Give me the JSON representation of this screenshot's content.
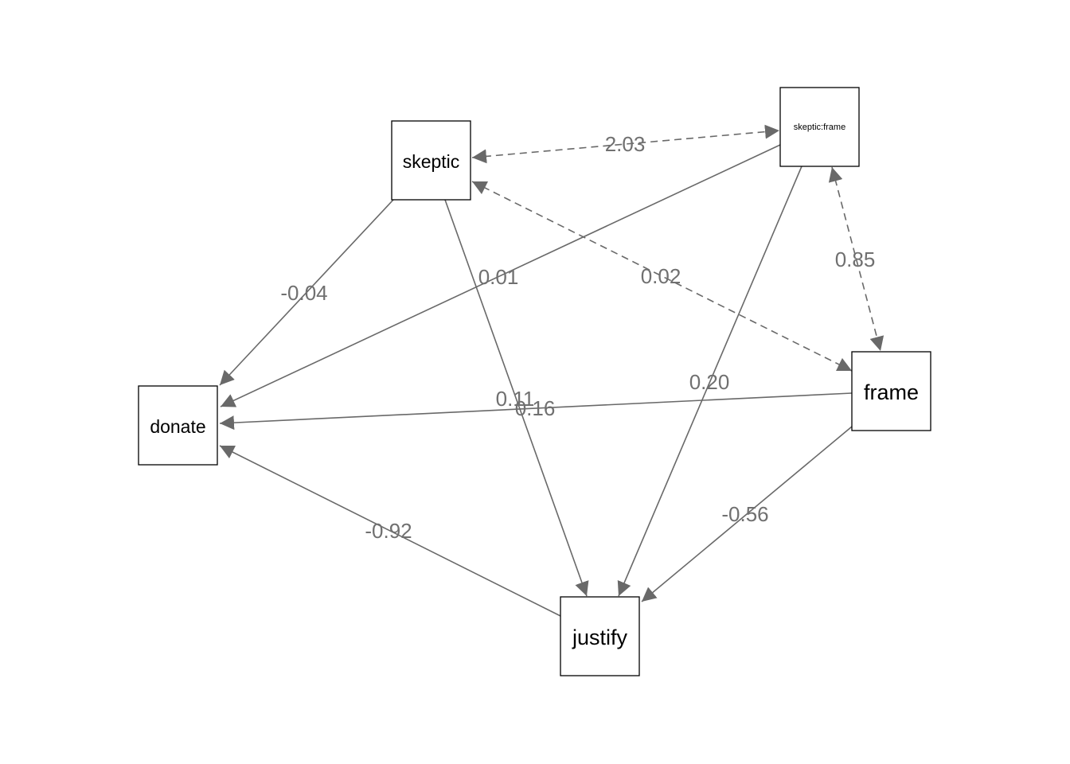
{
  "diagram": {
    "nodes": {
      "skeptic": {
        "label": "skeptic"
      },
      "skeptic_frame": {
        "label": "skeptic:frame"
      },
      "donate": {
        "label": "donate"
      },
      "frame": {
        "label": "frame"
      },
      "justify": {
        "label": "justify"
      }
    },
    "edges": [
      {
        "id": "skeptic-to-donate",
        "from": "skeptic",
        "to": "donate",
        "label": "-0.04",
        "style": "solid",
        "direction": "forward"
      },
      {
        "id": "skeptic-frame-to-donate",
        "from": "skeptic_frame",
        "to": "donate",
        "label": "0.01",
        "style": "solid",
        "direction": "forward"
      },
      {
        "id": "frame-to-donate",
        "from": "frame",
        "to": "donate",
        "label": "0.16",
        "style": "solid",
        "direction": "forward"
      },
      {
        "id": "justify-to-donate",
        "from": "justify",
        "to": "donate",
        "label": "-0.92",
        "style": "solid",
        "direction": "forward"
      },
      {
        "id": "skeptic-to-justify",
        "from": "skeptic",
        "to": "justify",
        "label": "0.11",
        "style": "solid",
        "direction": "forward"
      },
      {
        "id": "skeptic-frame-to-justify",
        "from": "skeptic_frame",
        "to": "justify",
        "label": "0.20",
        "style": "solid",
        "direction": "forward"
      },
      {
        "id": "frame-to-justify",
        "from": "frame",
        "to": "justify",
        "label": "-0.56",
        "style": "solid",
        "direction": "forward"
      },
      {
        "id": "skeptic-skeptic-frame-cov",
        "from": "skeptic",
        "to": "skeptic_frame",
        "label": "2.03",
        "style": "dashed",
        "direction": "both"
      },
      {
        "id": "skeptic-frame-cov",
        "from": "skeptic",
        "to": "frame",
        "label": "0.02",
        "style": "dashed",
        "direction": "both"
      },
      {
        "id": "skeptic-frame-frame-cov",
        "from": "skeptic_frame",
        "to": "frame",
        "label": "0.85",
        "style": "dashed",
        "direction": "both"
      }
    ],
    "colors": {
      "edge": "#696969",
      "edge_label": "#707070",
      "node_border": "#000000",
      "node_text": "#000000"
    }
  }
}
